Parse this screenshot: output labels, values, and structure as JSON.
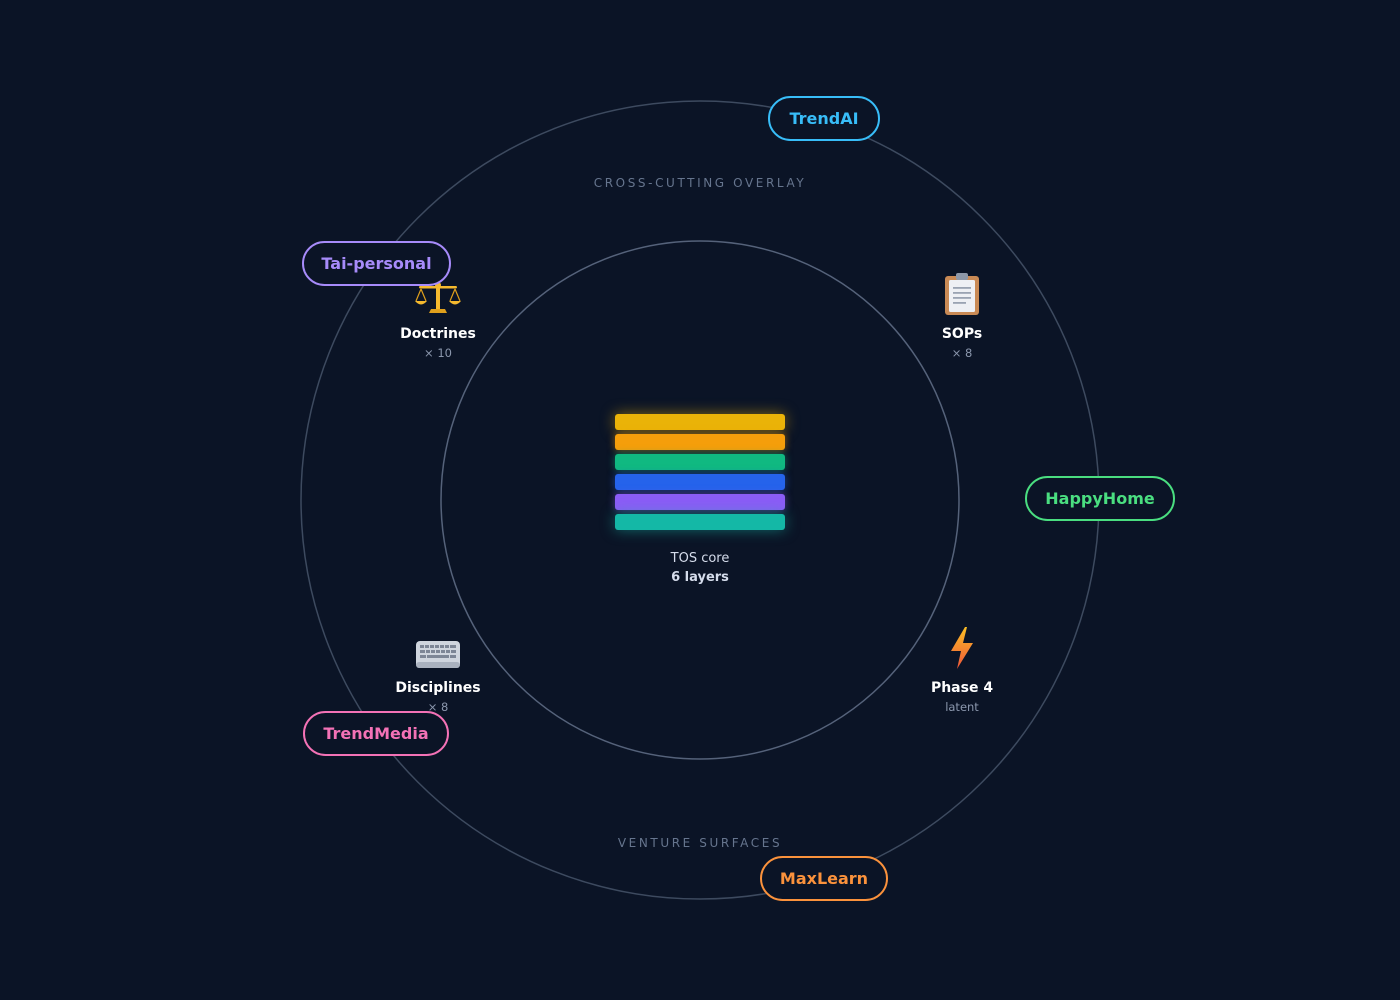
{
  "overlay_label": "CROSS-CUTTING OVERLAY",
  "surfaces_label": "VENTURE SURFACES",
  "core": {
    "title": "TOS core",
    "subtitle": "6 layers",
    "layer_colors": [
      "#eab308",
      "#f59e0b",
      "#10b981",
      "#2563eb",
      "#8b5cf6",
      "#14b8a6"
    ]
  },
  "nodes": {
    "doctrines": {
      "icon": "balance-scale-icon",
      "title": "Doctrines",
      "sub": "× 10"
    },
    "sops": {
      "icon": "clipboard-icon",
      "title": "SOPs",
      "sub": "× 8"
    },
    "disciplines": {
      "icon": "keyboard-icon",
      "title": "Disciplines",
      "sub": "× 8"
    },
    "phase4": {
      "icon": "lightning-icon",
      "title": "Phase 4",
      "sub": "latent"
    }
  },
  "ventures": {
    "trendai": {
      "label": "TrendAI",
      "color": "#38bdf8"
    },
    "tai_personal": {
      "label": "Tai-personal",
      "color": "#a78bfa"
    },
    "happyhome": {
      "label": "HappyHome",
      "color": "#4ade80"
    },
    "trendmedia": {
      "label": "TrendMedia",
      "color": "#f472b6"
    },
    "maxlearn": {
      "label": "MaxLearn",
      "color": "#fb923c"
    }
  }
}
